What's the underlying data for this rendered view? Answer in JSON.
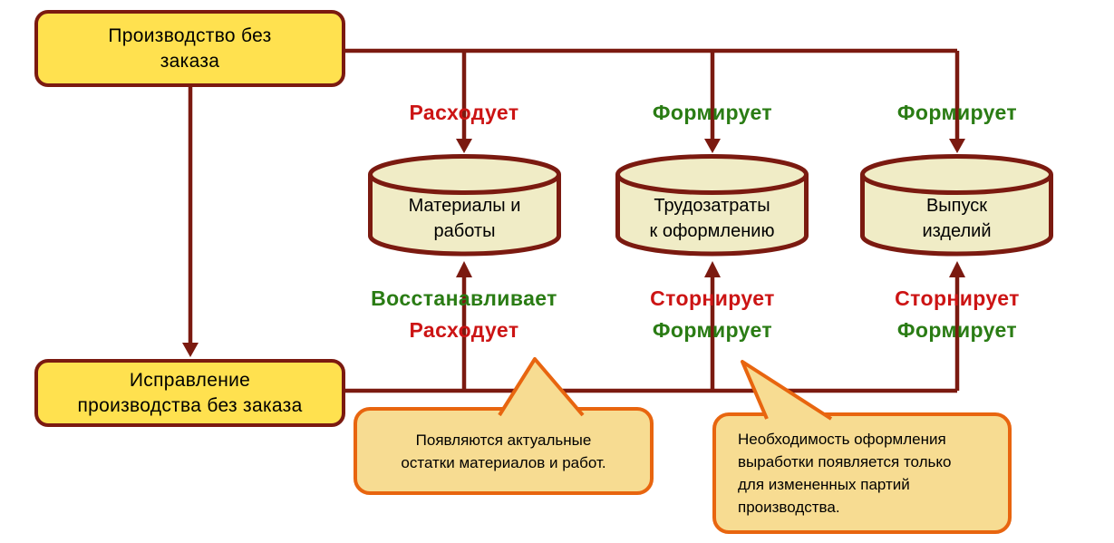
{
  "diagram": {
    "nodes": {
      "production": {
        "line1": "Производство без",
        "line2": "заказа"
      },
      "correction": {
        "line1": "Исправление",
        "line2": "производства без заказа"
      }
    },
    "datastores": [
      {
        "line1": "Материалы и",
        "line2": "работы"
      },
      {
        "line1": "Трудозатраты",
        "line2": "к оформлению"
      },
      {
        "line1": "Выпуск",
        "line2": "изделий"
      }
    ],
    "top_flow_labels": [
      {
        "text": "Расходует",
        "color": "#CC1414"
      },
      {
        "text": "Формирует",
        "color": "#2A7C14"
      },
      {
        "text": "Формирует",
        "color": "#2A7C14"
      }
    ],
    "bottom_flow_labels": [
      {
        "line1": "Восстанавливает",
        "line1_color": "#2A7C14",
        "line2": "Расходует",
        "line2_color": "#CC1414"
      },
      {
        "line1": "Сторнирует",
        "line1_color": "#CC1414",
        "line2": "Формирует",
        "line2_color": "#2A7C14"
      },
      {
        "line1": "Сторнирует",
        "line1_color": "#CC1414",
        "line2": "Формирует",
        "line2_color": "#2A7C14"
      }
    ],
    "callouts": [
      {
        "text": "Появляются актуальные остатки материалов и работ."
      },
      {
        "text": "Необходимость оформления выработки появляется только для измененных партий производства."
      }
    ],
    "colors": {
      "node_fill": "#FFE14F",
      "outline": "#7B1A10",
      "datastore_fill": "#F0ECC6",
      "red_label": "#CC1414",
      "green_label": "#2A7C14",
      "callout_fill": "#F7DC92",
      "callout_border": "#E8650F",
      "background": "#FFFFFF"
    }
  }
}
